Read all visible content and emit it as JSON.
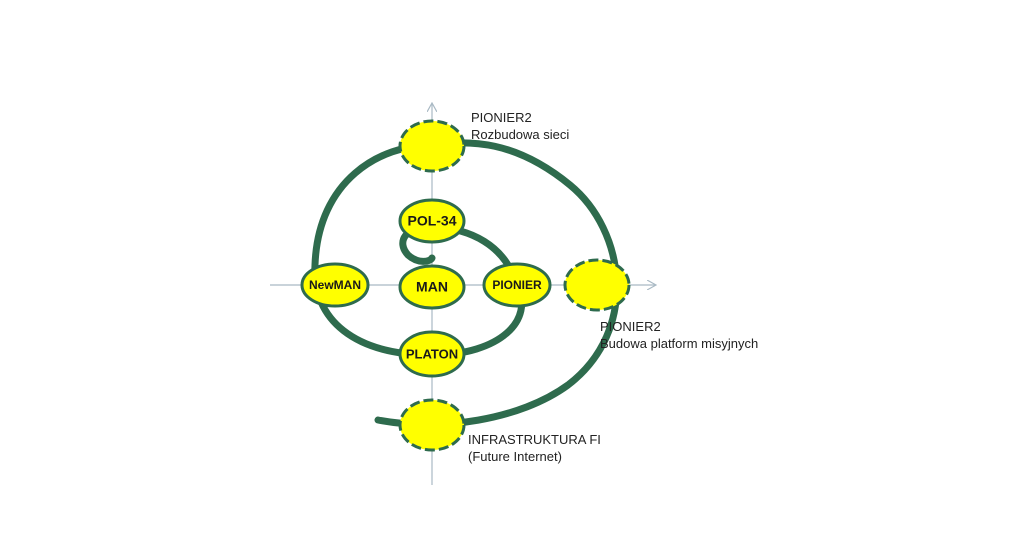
{
  "colors": {
    "spiral": "#2e6b4d",
    "node_fill": "#ffff00",
    "node_stroke": "#2e6b4d",
    "axis": "#a9b9c4"
  },
  "nodes": {
    "pol34": "POL-34",
    "man": "MAN",
    "pionier": "PIONIER",
    "newman": "NewMAN",
    "platon": "PLATON"
  },
  "annotations": {
    "top_title": "PIONIER2",
    "top_sub": "Rozbudowa sieci",
    "right_title": "PIONIER2",
    "right_sub": "Budowa platform misyjnych",
    "bottom_title": "INFRASTRUKTURA FI",
    "bottom_sub": "(Future Internet)"
  }
}
